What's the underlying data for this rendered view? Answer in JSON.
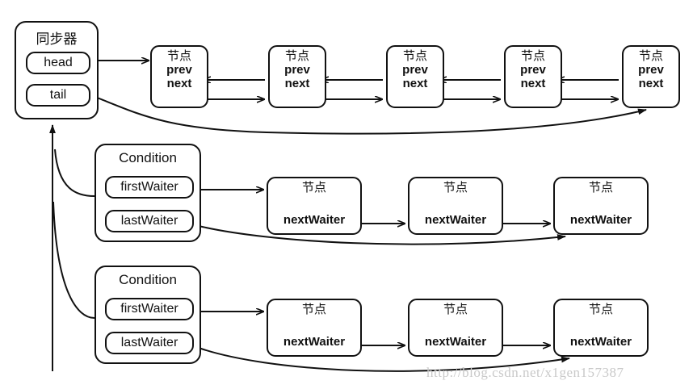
{
  "diagram": {
    "title_hidden": "",
    "synchronizer": {
      "label": "同步器",
      "fields": [
        {
          "name": "head",
          "label": "head"
        },
        {
          "name": "tail",
          "label": "tail"
        }
      ]
    },
    "queue_nodes": [
      {
        "title": "节点",
        "prev": "prev",
        "next": "next"
      },
      {
        "title": "节点",
        "prev": "prev",
        "next": "next"
      },
      {
        "title": "节点",
        "prev": "prev",
        "next": "next"
      },
      {
        "title": "节点",
        "prev": "prev",
        "next": "next"
      },
      {
        "title": "节点",
        "prev": "prev",
        "next": "next"
      }
    ],
    "conditions": [
      {
        "label": "Condition",
        "fields": [
          {
            "name": "firstWaiter",
            "label": "firstWaiter"
          },
          {
            "name": "lastWaiter",
            "label": "lastWaiter"
          }
        ],
        "waiters": [
          {
            "title": "节点",
            "field": "nextWaiter"
          },
          {
            "title": "节点",
            "field": "nextWaiter"
          },
          {
            "title": "节点",
            "field": "nextWaiter"
          }
        ]
      },
      {
        "label": "Condition",
        "fields": [
          {
            "name": "firstWaiter",
            "label": "firstWaiter"
          },
          {
            "name": "lastWaiter",
            "label": "lastWaiter"
          }
        ],
        "waiters": [
          {
            "title": "节点",
            "field": "nextWaiter"
          },
          {
            "title": "节点",
            "field": "nextWaiter"
          },
          {
            "title": "节点",
            "field": "nextWaiter"
          }
        ]
      }
    ],
    "watermark": "http://blog.csdn.net/x1gen157387",
    "colors": {
      "stroke": "#111111",
      "background": "#ffffff",
      "watermark": "#c9c9c9"
    }
  }
}
